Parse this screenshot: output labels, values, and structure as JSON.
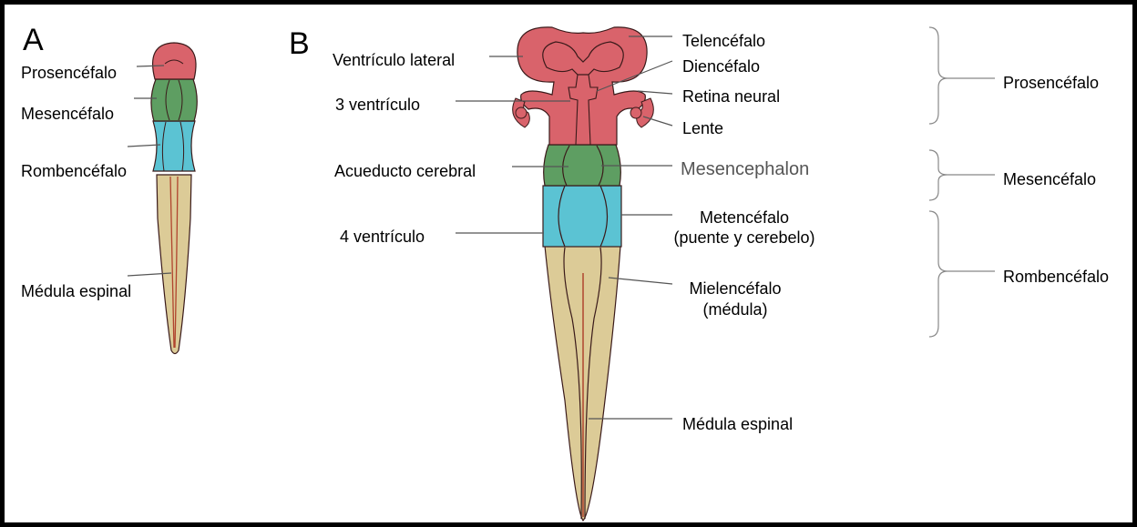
{
  "panels": {
    "a": "A",
    "b": "B"
  },
  "panel_a": {
    "prosencefalo": "Prosencéfalo",
    "mesencefalo": "Mesencéfalo",
    "rombencefalo": "Rombencéfalo",
    "medula": "Médula espinal"
  },
  "panel_b": {
    "ventriculo_lateral": "Ventrículo lateral",
    "tercer_ventriculo": "3 ventrículo",
    "acueducto": "Acueducto cerebral",
    "cuarto_ventriculo": "4 ventrículo",
    "telencefalo": "Telencéfalo",
    "diencefalo": "Diencéfalo",
    "retina": "Retina neural",
    "lente": "Lente",
    "mesencephalon": "Mesencephalon",
    "metencefalo": "Metencéfalo",
    "metencefalo_sub": "(puente y cerebelo)",
    "mielencefalo": "Mielencéfalo",
    "mielencefalo_sub": "(médula)",
    "medula": "Médula espinal",
    "group_prosencefalo": "Prosencéfalo",
    "group_mesencefalo": "Mesencéfalo",
    "group_rombencefalo": "Rombencéfalo"
  },
  "colors": {
    "forebrain": "#d9636b",
    "midbrain": "#5e9e62",
    "hindbrain": "#5bc3d3",
    "spinal": "#dccb97",
    "outline": "#3a1a1a",
    "canal": "#b0442e"
  }
}
